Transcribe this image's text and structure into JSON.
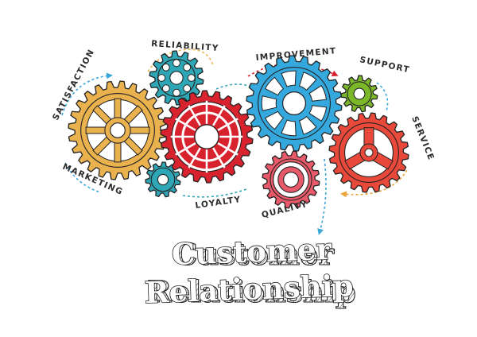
{
  "labels": {
    "satisfaction": "SATISFACTION",
    "reliability": "RELIABILITY",
    "improvement": "IMPROVEMENT",
    "support": "SUPPORT",
    "service": "SERVICE",
    "marketing": "MARKETING",
    "loyalty": "LOYALTY",
    "quality": "QUALITY"
  },
  "title": {
    "line1": "Customer",
    "line2": "Relationship"
  },
  "colors": {
    "yellow": "#e9b24f",
    "teal": "#2fa6b5",
    "red": "#d8232f",
    "blue": "#35a8dd",
    "green": "#7cb729",
    "orange_red": "#e8493b",
    "pink": "#e85a6a",
    "outline": "#222222"
  }
}
